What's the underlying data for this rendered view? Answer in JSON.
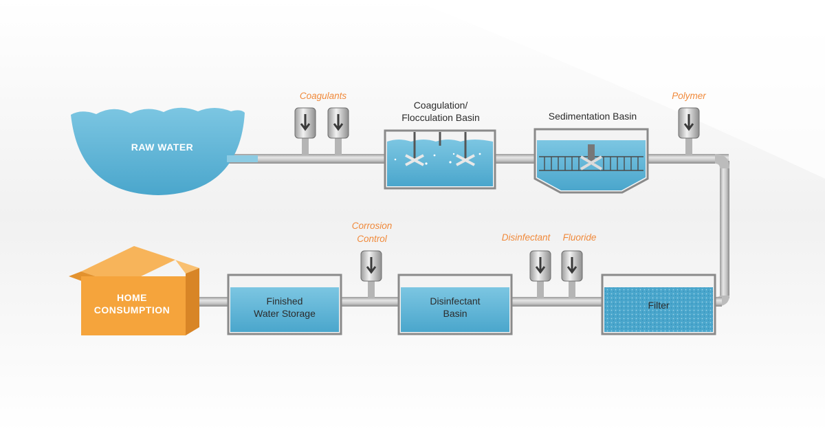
{
  "colors": {
    "water": "#5fb7d8",
    "water_light": "#bfe6f3",
    "pipe": "#c9c9c9",
    "pipe_edge": "#8e8e8e",
    "chemical_label": "#f0893a",
    "house": "#f5a43c",
    "house_dark": "#e08c28",
    "text_dark": "#2b2b2b"
  },
  "raw_water": {
    "label": "RAW WATER"
  },
  "chemicals": {
    "coagulants": "Coagulants",
    "polymer": "Polymer",
    "corrosion_line1": "Corrosion",
    "corrosion_line2": "Control",
    "disinfectant": "Disinfectant",
    "fluoride": "Fluoride"
  },
  "basins": {
    "coag_line1": "Coagulation/",
    "coag_line2": "Flocculation Basin",
    "sedimentation": "Sedimentation Basin",
    "filter": "Filter",
    "disinfectant_line1": "Disinfectant",
    "disinfectant_line2": "Basin",
    "storage_line1": "Finished",
    "storage_line2": "Water Storage"
  },
  "home": {
    "line1": "HOME",
    "line2": "CONSUMPTION"
  },
  "icons": [
    "down-arrow-icon",
    "mixer-icon",
    "house-icon"
  ]
}
